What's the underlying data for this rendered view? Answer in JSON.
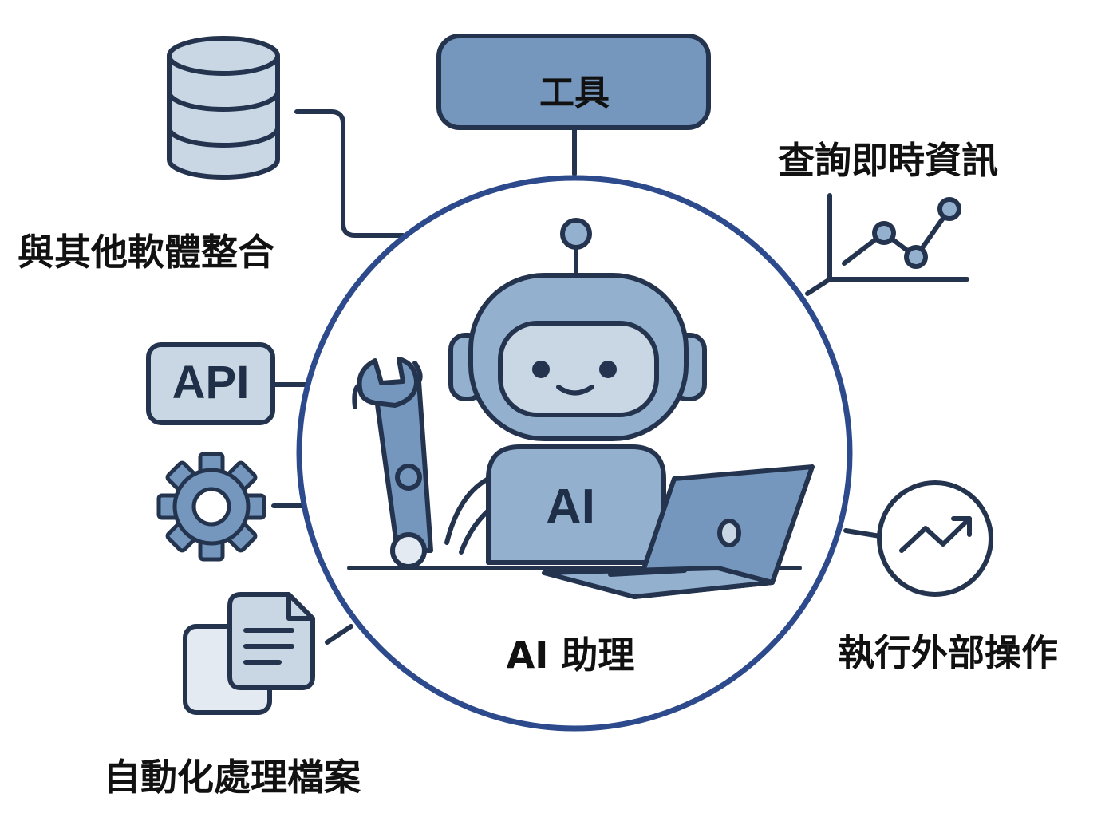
{
  "diagram": {
    "center_label": "AI 助理",
    "chest_label": "AI",
    "nodes": {
      "tools": "工具",
      "integrate": "與其他軟體整合",
      "realtime": "查詢即時資訊",
      "api": "API",
      "external": "執行外部操作",
      "files": "自動化處理檔案"
    },
    "icons": {
      "database": "database-icon",
      "api": "api-badge-icon",
      "gear": "gear-icon",
      "documents": "documents-icon",
      "chart": "line-chart-icon",
      "trend": "trend-up-icon",
      "robot": "robot-icon",
      "wrench": "wrench-icon",
      "laptop": "laptop-icon"
    },
    "colors": {
      "outline": "#24344f",
      "ring": "#2c4a8c",
      "fill_dark": "#7597bd",
      "fill_mid": "#93b1cf",
      "fill_light": "#c9d6e4",
      "fill_pale": "#e3eaf2",
      "text": "#111111"
    }
  }
}
